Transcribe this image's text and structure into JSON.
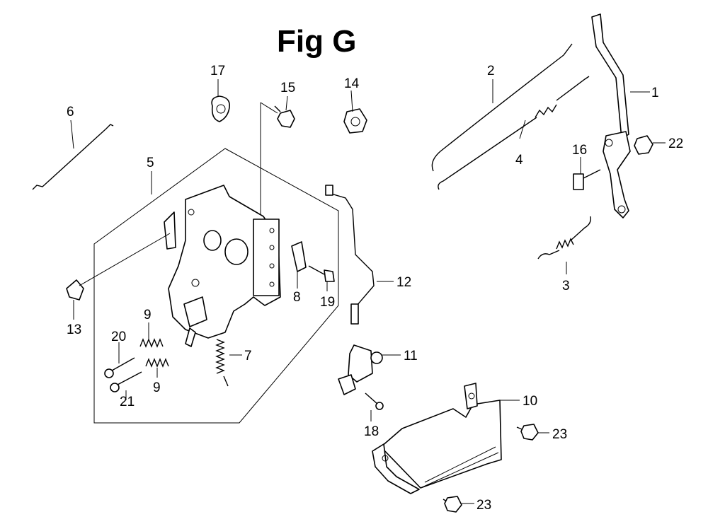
{
  "title": "Fig G",
  "labels": {
    "p1": "1",
    "p2": "2",
    "p3": "3",
    "p4": "4",
    "p5": "5",
    "p6": "6",
    "p7": "7",
    "p8": "8",
    "p9a": "9",
    "p9b": "9",
    "p10": "10",
    "p11": "11",
    "p12": "12",
    "p13": "13",
    "p14": "14",
    "p15": "15",
    "p16": "16",
    "p17": "17",
    "p18": "18",
    "p19": "19",
    "p20": "20",
    "p21": "21",
    "p22": "22",
    "p23a": "23",
    "p23b": "23"
  },
  "colors": {
    "ink": "#000000",
    "paper": "#ffffff"
  }
}
